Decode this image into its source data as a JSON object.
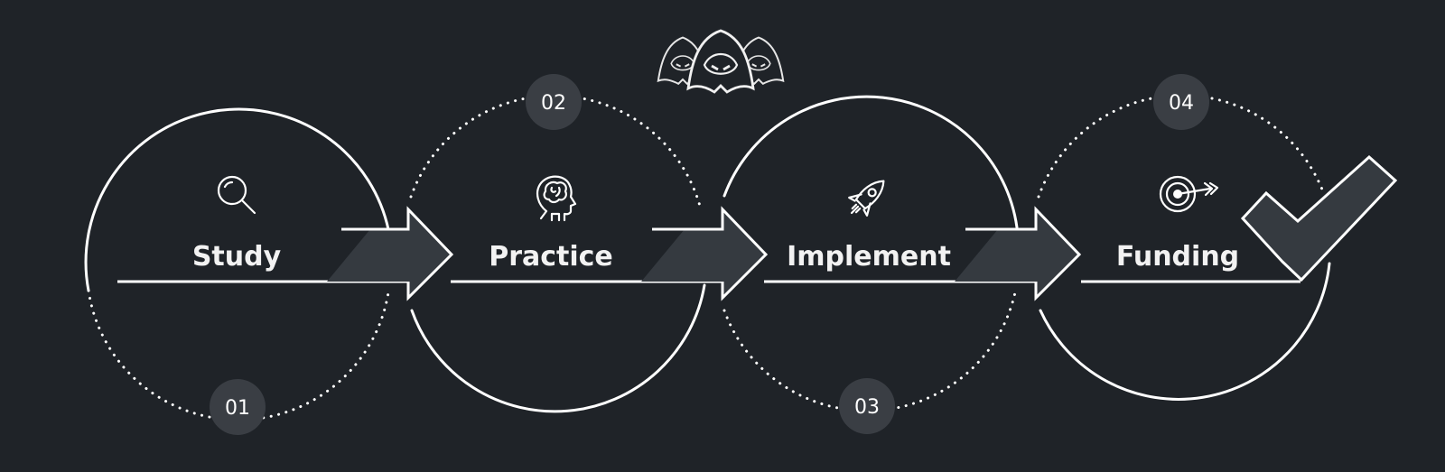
{
  "process": {
    "steps": [
      {
        "number": "01",
        "label": "Study",
        "icon": "magnifier-icon"
      },
      {
        "number": "02",
        "label": "Practice",
        "icon": "brain-head-icon"
      },
      {
        "number": "03",
        "label": "Implement",
        "icon": "rocket-icon"
      },
      {
        "number": "04",
        "label": "Funding",
        "icon": "target-icon"
      }
    ],
    "logo": "hooded-figures-logo",
    "final_mark": "checkmark-icon"
  },
  "colors": {
    "background": "#1f2328",
    "line": "#ffffff",
    "badge": "#3a3e44",
    "arrow": "#353a40"
  }
}
